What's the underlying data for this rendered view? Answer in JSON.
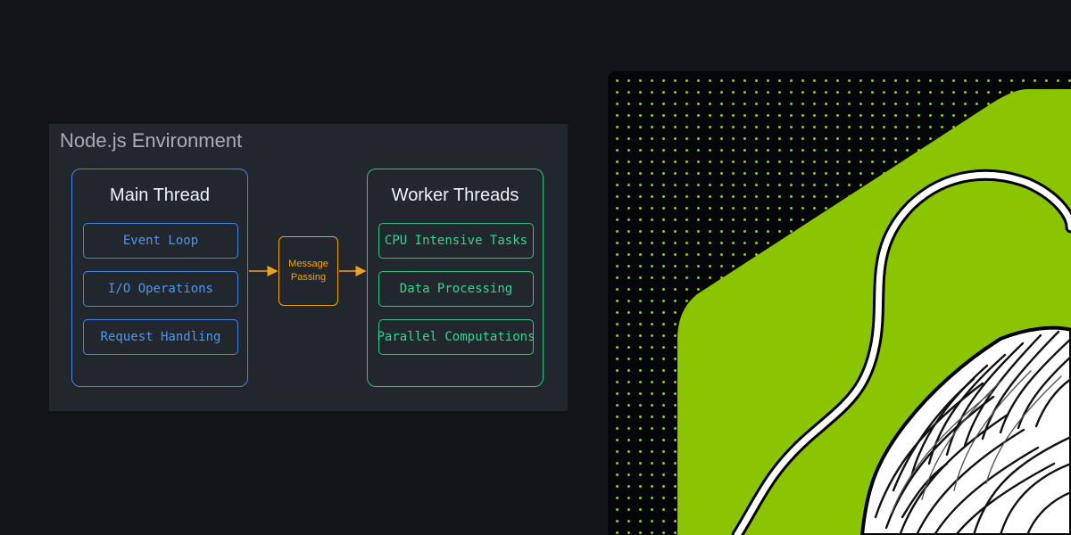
{
  "diagram": {
    "title": "Node.js Environment",
    "main_thread": {
      "title": "Main Thread",
      "items": [
        "Event Loop",
        "I/O Operations",
        "Request Handling"
      ]
    },
    "message_passing": {
      "label": "Message\nPassing"
    },
    "worker_threads": {
      "title": "Worker Threads",
      "items": [
        "CPU Intensive Tasks",
        "Data Processing",
        "Parallel Computations"
      ]
    }
  },
  "colors": {
    "main": "#4287e6",
    "worker": "#2ec27e",
    "message": "#f0a21c",
    "art_green": "#8bc400"
  },
  "art": {
    "subject": "yarn-ball-illustration"
  }
}
